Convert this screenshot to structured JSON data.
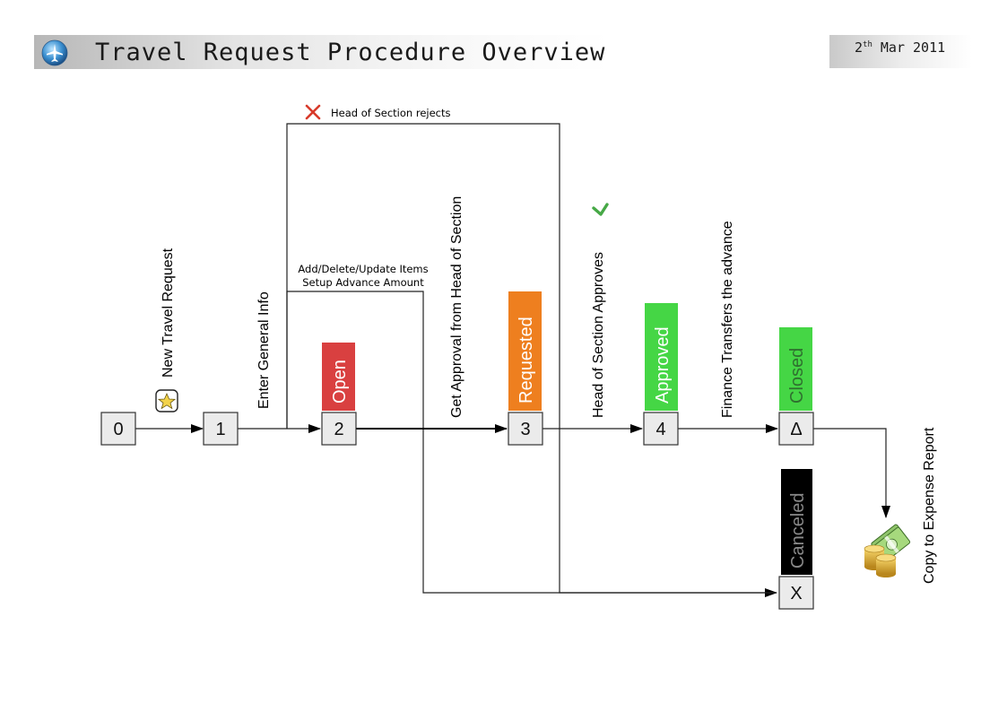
{
  "header": {
    "title": "Travel Request Procedure Overview",
    "date_day": "2",
    "date_suffix": "th",
    "date_rest": "Mar 2011"
  },
  "nodes": {
    "n0": "0",
    "n1": "1",
    "n2": "2",
    "n3": "3",
    "n4": "4",
    "closed": "Δ",
    "canceled": "X"
  },
  "statuses": [
    {
      "label": "Open",
      "color": "#d94040",
      "text_color": "#ffffff"
    },
    {
      "label": "Requested",
      "color": "#ee7f1f",
      "text_color": "#ffffff"
    },
    {
      "label": "Approved",
      "color": "#45d645",
      "text_color": "#ffffff"
    },
    {
      "label": "Closed",
      "color": "#45d645",
      "text_color": "#2f6f2f"
    },
    {
      "label": "Canceled",
      "color": "#000000",
      "text_color": "#8a8a8a"
    }
  ],
  "edges": {
    "new_request": "New Travel Request",
    "enter_info": "Enter General Info",
    "items_line1": "Add/Delete/Update Items",
    "items_line2": "Setup Advance Amount",
    "get_approval": "Get Approval from Head of Section",
    "approves": "Head of Section Approves",
    "finance": "Finance Transfers the advance",
    "rejects": "Head of Section rejects",
    "expense": "Copy to Expense Report"
  },
  "icons": {
    "title": "airplane-globe-icon",
    "new": "star-badge-icon",
    "reject": "red-x-icon",
    "approve": "green-check-icon",
    "money": "money-coins-icon"
  },
  "colors": {
    "reject": "#d83a2a",
    "approve": "#46a846"
  }
}
